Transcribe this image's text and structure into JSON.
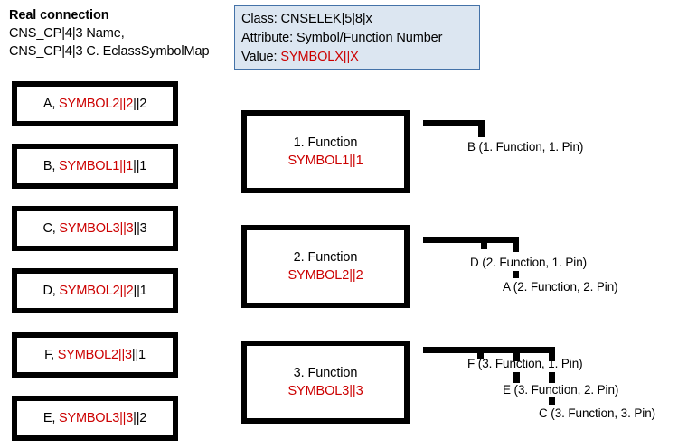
{
  "header": {
    "title": "Real connection",
    "line1": "CNS_CP|4|3 Name,",
    "line2": "CNS_CP|4|3 C. EclassSymbolMap"
  },
  "info_box": {
    "class_label": "Class: ",
    "class_value": "CNSELEK|5|8|x",
    "attribute_label": "Attribute: ",
    "attribute_value": "Symbol/Function Number",
    "value_label": "Value: ",
    "value_value": "SYMBOLX||X",
    "background": "#DCE6F1",
    "border_color": "#4472A8"
  },
  "colors": {
    "red": "#CC0000",
    "black": "#000000",
    "white": "#FFFFFF"
  },
  "connection_boxes": [
    {
      "prefix": "A, ",
      "red_part": "SYMBOL2||2",
      "black_part": "||2"
    },
    {
      "prefix": "B, ",
      "red_part": "SYMBOL1||1",
      "black_part": "||1"
    },
    {
      "prefix": "C, ",
      "red_part": "SYMBOL3||3",
      "black_part": "||3"
    },
    {
      "prefix": "D, ",
      "red_part": "SYMBOL2||2",
      "black_part": "||1"
    },
    {
      "prefix": "F, ",
      "red_part": "SYMBOL2||3",
      "black_part": "||1"
    },
    {
      "prefix": "E, ",
      "red_part": "SYMBOL3||3",
      "black_part": "||2"
    }
  ],
  "function_boxes": [
    {
      "title": "1. Function",
      "symbol": "SYMBOL1||1"
    },
    {
      "title": "2. Function",
      "symbol": "SYMBOL2||2"
    },
    {
      "title": "3. Function",
      "symbol": "SYMBOL3||3"
    }
  ],
  "pin_groups": [
    {
      "function": "1. Function",
      "pins": [
        {
          "label": "B (1. Function, 1. Pin)"
        }
      ]
    },
    {
      "function": "2. Function",
      "pins": [
        {
          "label": "D (2. Function, 1. Pin)"
        },
        {
          "label": "A (2. Function, 2. Pin)"
        }
      ]
    },
    {
      "function": "3. Function",
      "pins": [
        {
          "label": "F  (3. Function, 1. Pin)"
        },
        {
          "label": "E (3. Function, 2. Pin)"
        },
        {
          "label": "C (3. Function, 3. Pin)"
        }
      ]
    }
  ]
}
